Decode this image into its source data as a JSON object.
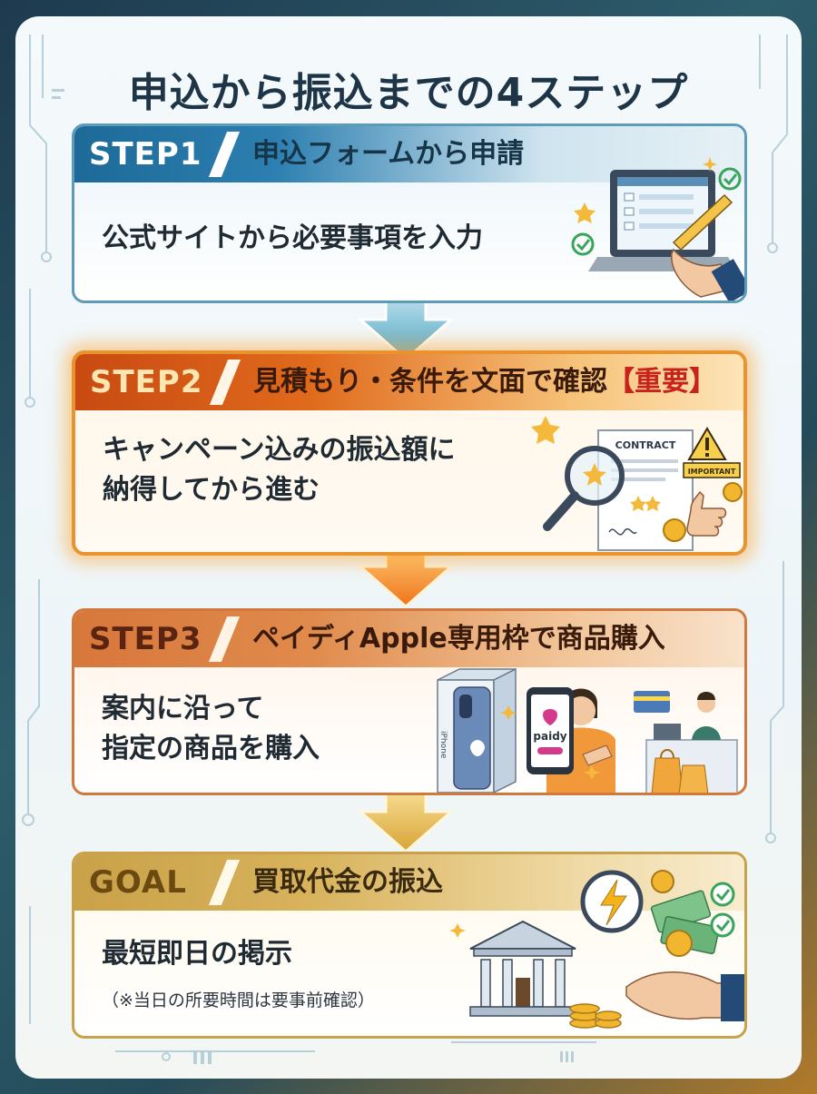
{
  "title": "申込から振込までの4ステップ",
  "steps": [
    {
      "tag": "STEP1",
      "headline": "申込フォームから申請",
      "lines": [
        "公式サイトから必要事項を入力"
      ]
    },
    {
      "tag": "STEP2",
      "headline": "見積もり・条件を文面で確認",
      "highlight": "【重要】",
      "lines": [
        "キャンペーン込みの振込額に",
        "納得してから進む"
      ],
      "illustration": {
        "contract_label": "CONTRACT",
        "important_label": "IMPORTANT"
      }
    },
    {
      "tag": "STEP3",
      "headline": "ペイディApple専用枠で商品購入",
      "lines": [
        "案内に沿って",
        "指定の商品を購入"
      ],
      "illustration": {
        "box_label": "iPhone",
        "app_label": "paidy"
      }
    },
    {
      "tag": "GOAL",
      "headline": "買取代金の振込",
      "lines": [
        "最短即日の掲示"
      ],
      "note": "（※当日の所要時間は要事前確認）"
    }
  ],
  "colors": {
    "step1": "#1d6a98",
    "step2": "#e06a1c",
    "step3": "#d7773c",
    "goal": "#c9a149",
    "title": "#1d3547"
  }
}
